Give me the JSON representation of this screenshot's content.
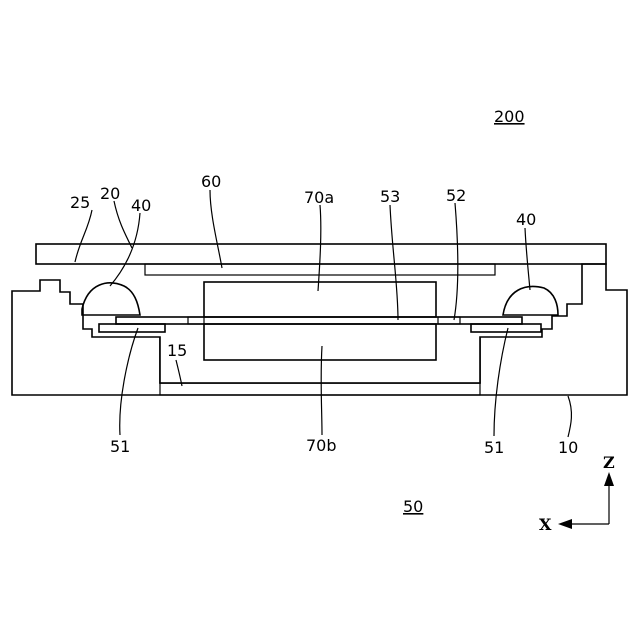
{
  "figure": {
    "figure_number": "200",
    "system_label": "50",
    "axes": {
      "vertical": "Z",
      "horizontal": "X"
    },
    "labels": {
      "cover": "25",
      "cover_plate": "20",
      "sealant_left": "40",
      "sealant_right": "40",
      "dotted_layer": "60",
      "chip_top": "70a",
      "chip_bottom": "70b",
      "substrate": "53",
      "pad": "52",
      "terminal_left": "51",
      "terminal_right": "51",
      "cavity": "15",
      "base": "10"
    },
    "hatch_color": "#000000",
    "stroke_color": "#000000"
  }
}
